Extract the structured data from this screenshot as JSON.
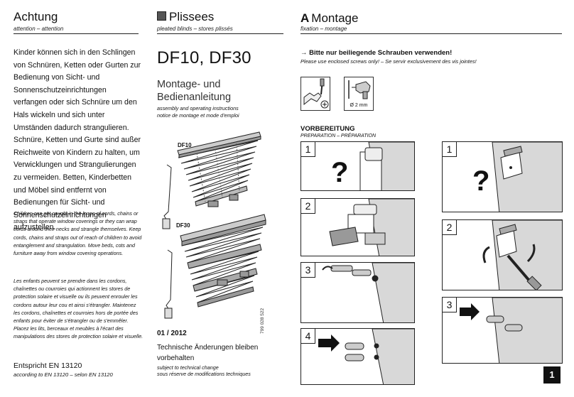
{
  "col1": {
    "title": "Achtung",
    "subtitle": "attention – attention",
    "warning_de": "Kinder können sich in den Schlingen von Schnüren, Ketten oder Gurten zur Bedienung von Sicht- und Sonnenschutzeinrichtungen verfangen oder sich Schnüre um den Hals wickeln und sich unter Umständen dadurch strangulieren. Schnüre, Ketten und Gurte sind außer Reichweite von Kindern zu halten, um Verwicklungen und Strangulierungen zu vermeiden. Betten, Kinderbetten und Möbel sind entfernt von Bedienungen für Sicht- und Sonnenschutzeinrichtungen aufzustellen.",
    "warning_en": "Children can get caught in the loops of cords, chains or straps that operate window coverings or they can wrap cords around their necks and strangle themselves. Keep cords, chains and straps out of reach of children to avoid entanglement and strangulation. Move beds, cots and furniture away from window covering operations.",
    "warning_fr": "Les enfants peuvent se prendre dans les cordons, chaînettes ou courroies qui actionnent les stores de protection solaire et visuelle ou ils peuvent enrouler les cordons autour leur cou et ainsi s'étrangler. Maintenez les cordons, chaînettes et courroies hors de portée des enfants pour éviter de s'étrangler ou de s'emmêler. Placez les lits, berceaux et meubles à l'écart des manipulations des stores de protection solaire et visuelle.",
    "norm": "Entspricht EN 13120",
    "norm_sub": "according to EN 13120 – selon EN 13120"
  },
  "col2": {
    "title": "Plissees",
    "subtitle": "pleated blinds – stores plissés",
    "model_title": "DF10, DF30",
    "doc_title": "Montage- und Bedienanleitung",
    "doc_en": "assembly and operating instructions",
    "doc_fr": "notice de montage et mode d'emploi",
    "label_df10": "DF10",
    "label_df30": "DF30",
    "article_no": "799 028 522",
    "date": "01 / 2012",
    "tech_de": "Technische Änderungen bleiben vorbehalten",
    "tech_en": "subject to technical change",
    "tech_fr": "sous réserve de modifications techniques"
  },
  "col3": {
    "letter": "A",
    "title": "Montage",
    "subtitle": "fixation – montage",
    "screws_de": "→  Bitte nur beiliegende Schrauben verwenden!",
    "screws_sub": "Please use enclosed screws only! – Se servir exclusivement des vis jointes!",
    "drill_label": "Ø 2 mm",
    "prep_title": "VORBEREITUNG",
    "prep_sub": "PREPARATION – PRÉPARATION",
    "steps_left": [
      "1",
      "2",
      "3",
      "4"
    ],
    "steps_right": [
      "1",
      "2",
      "3"
    ],
    "question_mark": "?"
  },
  "page_number": "1",
  "icons": [
    "pleated-blind-icon",
    "screwdriver-hand-icon",
    "drill-icon",
    "arrow-icon",
    "rotate-arrow-icon"
  ],
  "colors": {
    "accent": "#111111",
    "panel_bg": "#ffffff",
    "wall": "#d8d8d8"
  }
}
